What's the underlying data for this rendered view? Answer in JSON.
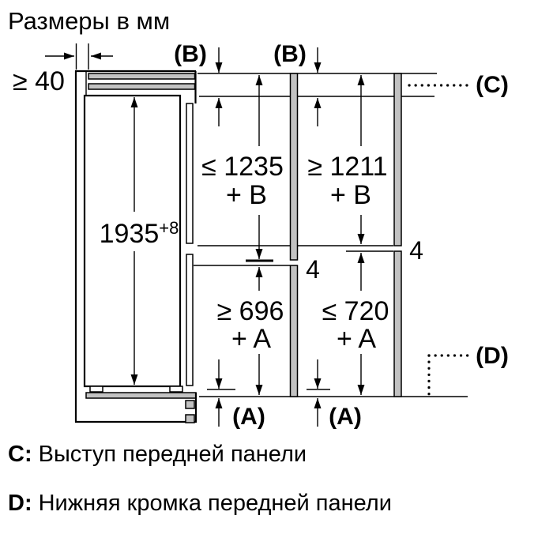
{
  "title": "Размеры в мм",
  "drawing": {
    "wall_gap": "≥ 40",
    "niche_height": "1935",
    "niche_tolerance": "+8",
    "upper_panel_option1": {
      "value": "≤ 1235",
      "suffix": "+ B"
    },
    "upper_panel_option2": {
      "value": "≥ 1211",
      "suffix": "+ B"
    },
    "lower_panel_option1": {
      "value": "≥ 696",
      "suffix": "+ A"
    },
    "lower_panel_option2": {
      "value": "≤ 720",
      "suffix": "+ A"
    },
    "panel_gap_option1": "4",
    "panel_gap_option2": "4",
    "label_b_left": "(B)",
    "label_b_right": "(B)",
    "label_c": "(C)",
    "label_d": "(D)",
    "label_a_left": "(A)",
    "label_a_right": "(A)"
  },
  "legend": [
    {
      "key": "C:",
      "text": "Выступ передней панели"
    },
    {
      "key": "D:",
      "text": "Нижняя кромка передней панели"
    }
  ],
  "colors": {
    "line": "#000000",
    "panel_fill": "#c2c2c2",
    "background": "#ffffff"
  }
}
